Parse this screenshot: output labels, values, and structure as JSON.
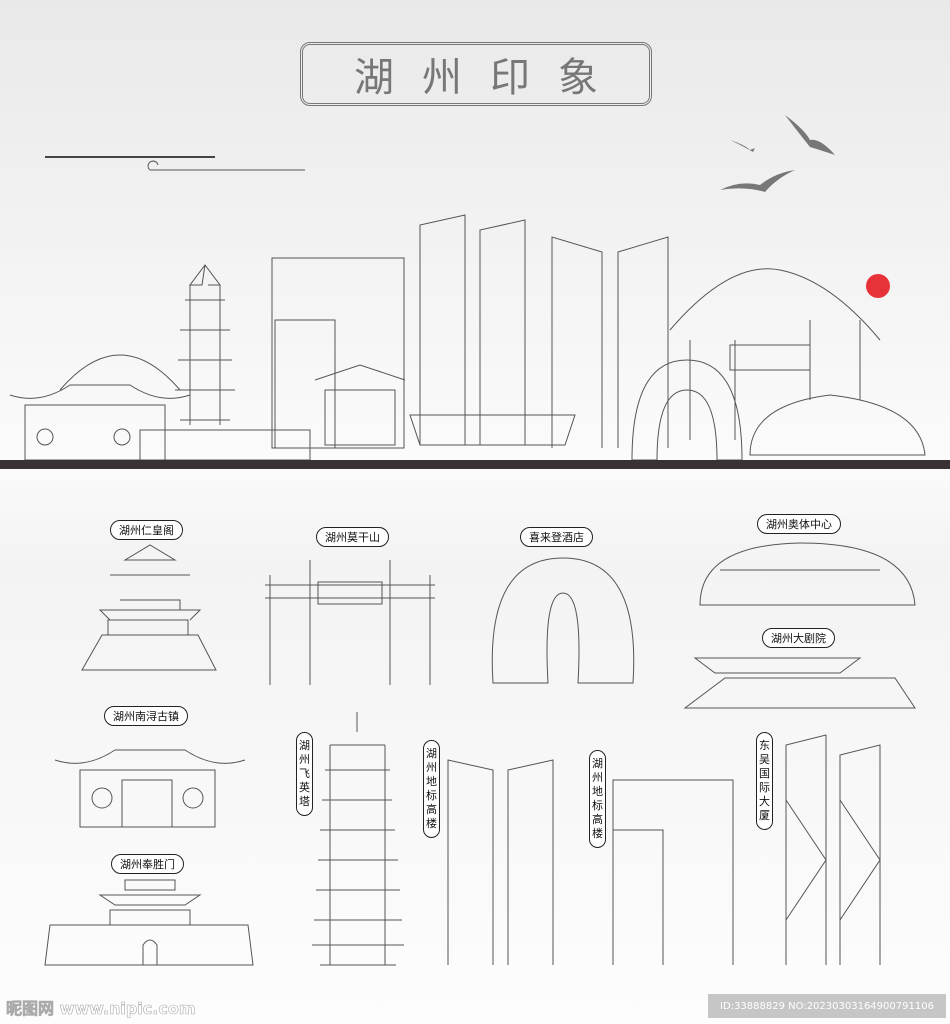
{
  "title": "湖州印象",
  "labels": {
    "renhuang": "湖州仁皇阁",
    "moganshan": "湖州莫干山",
    "sheraton": "喜来登酒店",
    "olympic": "湖州奥体中心",
    "theatre": "湖州大剧院",
    "nanxun": "湖州南浔古镇",
    "fengsheng": "湖州奉胜门",
    "feiying": "湖州飞英塔",
    "landmark1": "湖州地标高楼",
    "landmark2": "湖州地标高楼",
    "dongwu": "东吴国际大厦"
  },
  "watermark": {
    "site": "昵图网 www.nipic.com",
    "id": "ID:33888829 NO:20230303164900791106"
  },
  "colors": {
    "sun": "#e8323a",
    "ground": "#3a3232",
    "line": "#555555"
  }
}
